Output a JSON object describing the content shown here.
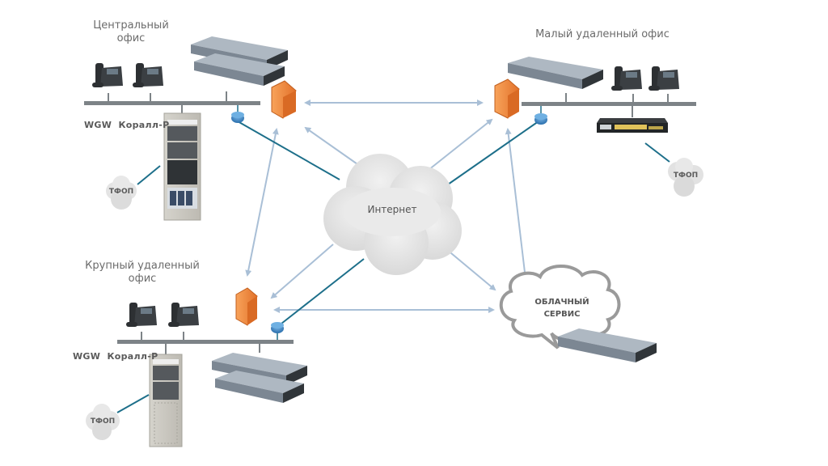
{
  "diagram": {
    "nodes": {
      "central_office": {
        "title_line1": "Центральный",
        "title_line2": "офис",
        "gateway_label": "WGW  Коралл-Р",
        "pstn_label": "ТФОП",
        "phones": 2,
        "servers": 2
      },
      "small_office": {
        "title": "Малый удаленный офис",
        "pstn_label": "ТФОП",
        "phones": 2,
        "servers": 1,
        "device": "voip-gateway"
      },
      "large_office": {
        "title_line1": "Крупный удаленный",
        "title_line2": "офис",
        "gateway_label": "WGW  Коралл-Р",
        "pstn_label": "ТФОП",
        "phones": 2,
        "servers": 2
      },
      "internet": {
        "label": "Интернет"
      },
      "cloud_service": {
        "label_line1": "ОБЛАЧНЫЙ",
        "label_line2": "СЕРВИС"
      }
    },
    "links": [
      {
        "from": "central_office",
        "to": "internet",
        "type": "physical"
      },
      {
        "from": "small_office",
        "to": "internet",
        "type": "physical"
      },
      {
        "from": "large_office",
        "to": "internet",
        "type": "physical"
      },
      {
        "from": "central_office",
        "to": "small_office",
        "type": "vpn"
      },
      {
        "from": "central_office",
        "to": "large_office",
        "type": "vpn"
      },
      {
        "from": "small_office",
        "to": "cloud_service",
        "type": "vpn"
      },
      {
        "from": "large_office",
        "to": "cloud_service",
        "type": "vpn"
      },
      {
        "from": "internet",
        "to": "central_office",
        "type": "vpn"
      },
      {
        "from": "internet",
        "to": "small_office",
        "type": "vpn"
      },
      {
        "from": "internet",
        "to": "large_office",
        "type": "vpn"
      },
      {
        "from": "internet",
        "to": "cloud_service",
        "type": "vpn"
      }
    ],
    "colors": {
      "physical_link": "#1d6f8a",
      "vpn_link": "#a9bfd6",
      "bus": "#7d8387",
      "firewall": "#f0883a",
      "router": "#3d86c6"
    }
  }
}
